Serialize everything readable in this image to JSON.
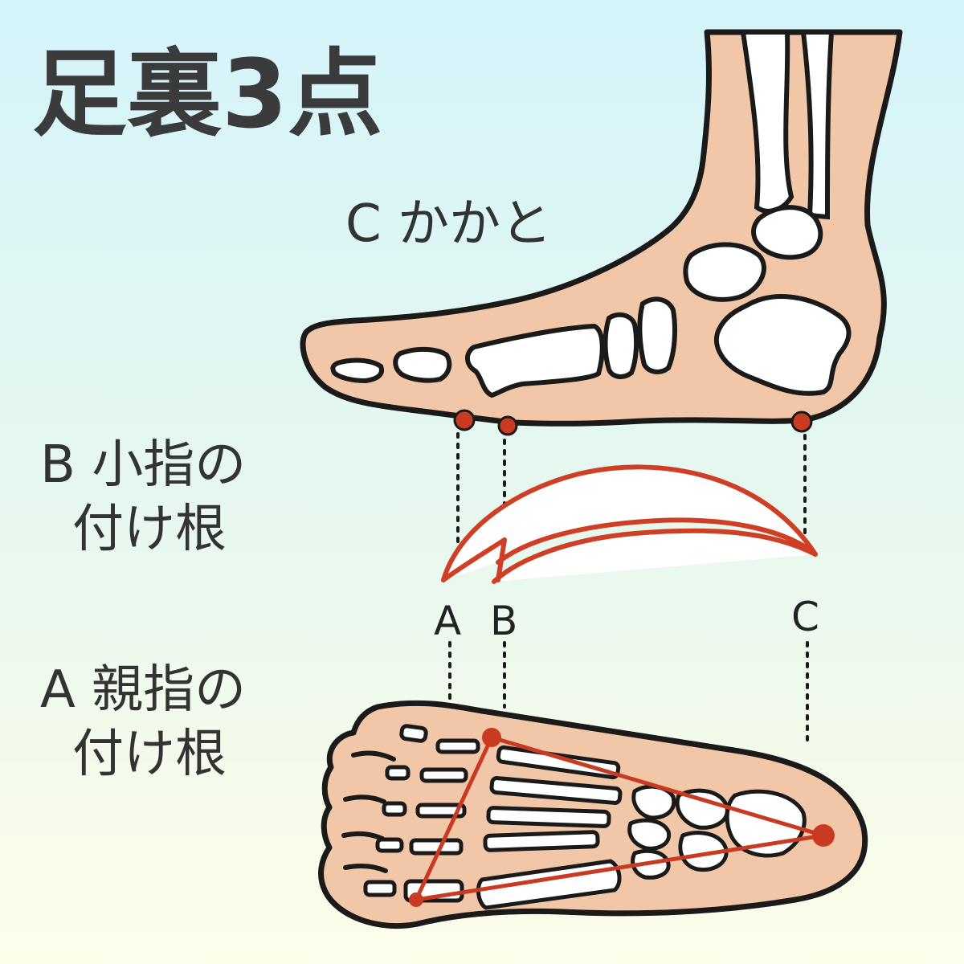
{
  "title": "足裏3点",
  "labels": {
    "c_label": "C かかと",
    "b_label_line1": "B 小指の",
    "b_label_line2": "付け根",
    "a_label_line1": "A 親指の",
    "a_label_line2": "付け根"
  },
  "arch_letters": {
    "a": "A",
    "b": "B",
    "c": "C"
  },
  "colors": {
    "skin": "#f2c7a8",
    "outline": "#1a1a1a",
    "bone": "#ffffff",
    "accent": "#cf3f26",
    "point": "#c83b22",
    "text": "#333333"
  }
}
